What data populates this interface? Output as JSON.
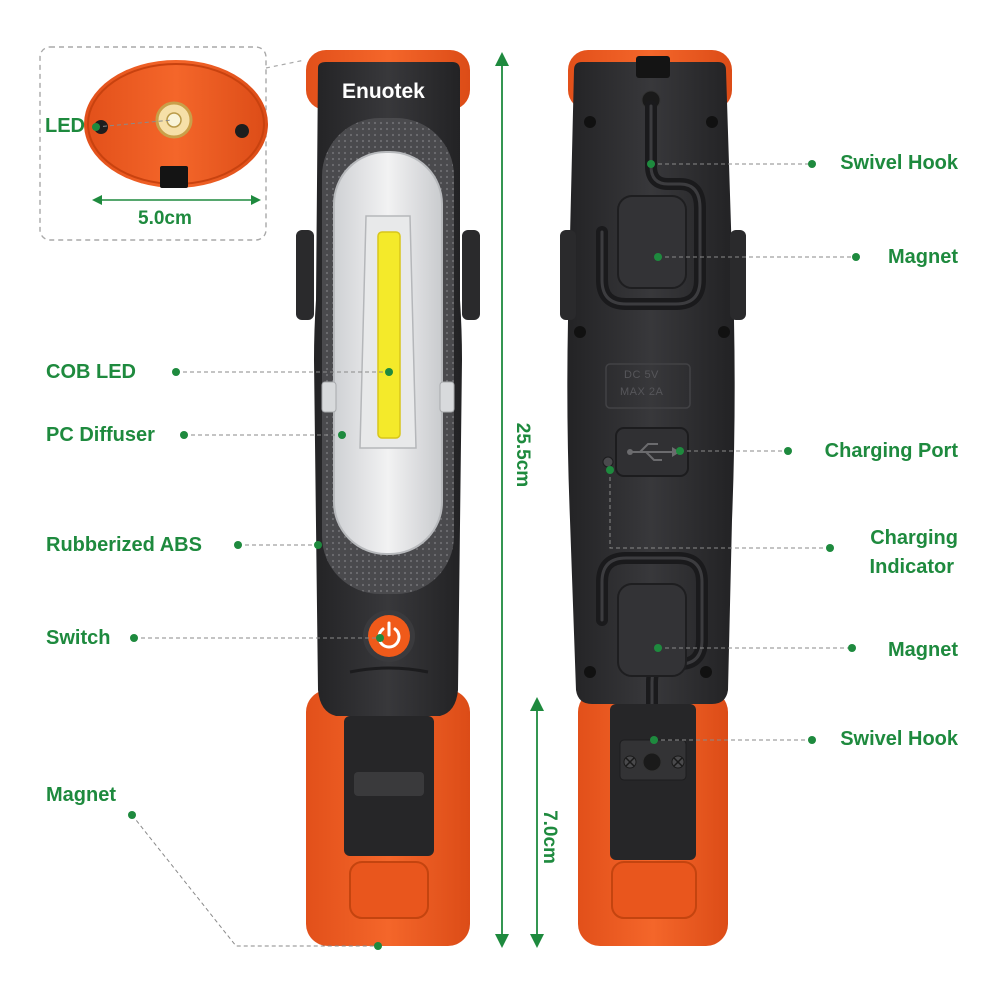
{
  "brand": "Enuotek",
  "colors": {
    "label_green": "#1e8a3e",
    "leader_gray": "#8a8a8a",
    "body_dark": "#2b2b2d",
    "accent_orange": "#f05a1a",
    "cob_yellow": "#f4ea2a"
  },
  "inset": {
    "led_label": "LED",
    "width_label": "5.0cm"
  },
  "dimensions": {
    "length": "25.5cm",
    "base_length": "7.0cm"
  },
  "front_labels": {
    "cob_led": "COB LED",
    "pc_diffuser": "PC Diffuser",
    "rubberized_abs": "Rubberized ABS",
    "switch": "Switch",
    "magnet": "Magnet"
  },
  "back_labels": {
    "swivel_hook_top": "Swivel Hook",
    "magnet_top": "Magnet",
    "charging_port": "Charging Port",
    "charging_indicator": [
      "Charging",
      "Indicator"
    ],
    "magnet_bottom": "Magnet",
    "swivel_hook_bottom": "Swivel Hook"
  },
  "rating_text": [
    "DC 5V",
    "MAX 2A"
  ],
  "icons": {
    "power": "power-icon",
    "usb": "usb-icon",
    "screw": "screw-icon"
  }
}
